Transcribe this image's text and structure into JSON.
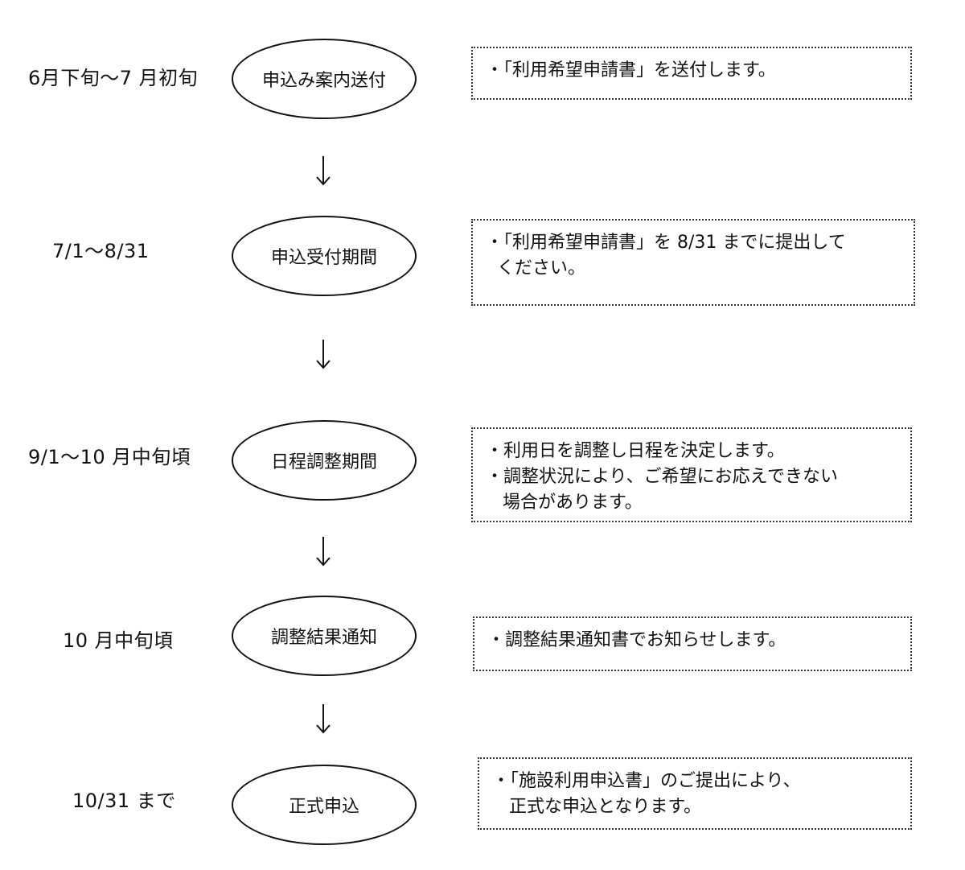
{
  "stages": [
    {
      "date": "6月下旬〜7 月初旬",
      "label": "申込み案内送付",
      "notes": [
        "・「利用希望申請書」を送付します。"
      ]
    },
    {
      "date": "7/1〜8/31",
      "label": "申込受付期間",
      "notes": [
        "・「利用希望申請書」を 8/31 までに提出して",
        "  ください。"
      ]
    },
    {
      "date": "9/1〜10 月中旬頃",
      "label": "日程調整期間",
      "notes": [
        "・利用日を調整し日程を決定します。",
        "・調整状況により、ご希望にお応えできない",
        "   場合があります。"
      ]
    },
    {
      "date": "10 月中旬頃",
      "label": "調整結果通知",
      "notes": [
        "・調整結果通知書でお知らせします。"
      ]
    },
    {
      "date": "10/31 まで",
      "label": "正式申込",
      "notes": [
        "・「施設利用申込書」のご提出により、",
        "   正式な申込となります。"
      ]
    }
  ],
  "colors": {
    "line": "#111111",
    "note_border": "#333333"
  }
}
